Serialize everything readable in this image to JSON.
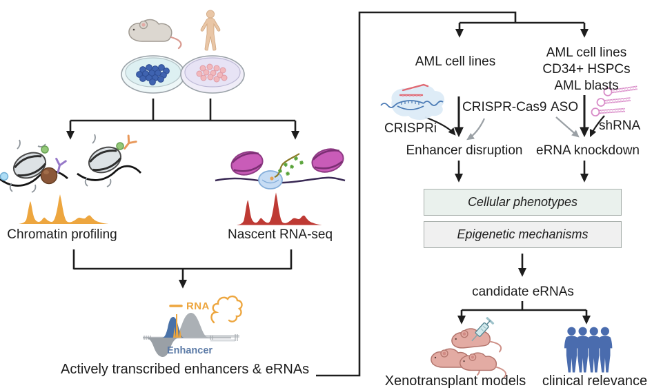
{
  "discovery": {
    "chromatin_label": "Chromatin profiling",
    "nascent_label": "Nascent RNA-seq",
    "rna_label": "RNA",
    "enhancer_label": "Enhancer",
    "outcome_label": "Actively transcribed enhancers & eRNAs"
  },
  "perturbation": {
    "left_model": "AML cell lines",
    "right_models": {
      "line1": "AML cell lines",
      "line2": "CD34+ HSPCs",
      "line3": "AML blasts"
    },
    "crispri_label": "CRISPRi",
    "crispr_cas9_label": "CRISPR-Cas9",
    "aso_label": "ASO",
    "shrna_label": "shRNA",
    "enhancer_disruption_label": "Enhancer disruption",
    "erna_knockdown_label": "eRNA knockdown"
  },
  "readouts": {
    "box1_label": "Cellular phenotypes",
    "box2_label": "Epigenetic mechanisms",
    "candidate_label": "candidate eRNAs",
    "xenotransplant_label": "Xenotransplant models",
    "clinical_label": "clinical relevance"
  },
  "icons": [
    "mouse-icon",
    "human-icon",
    "petri-dish-blue-icon",
    "petri-dish-pink-icon",
    "nucleosome-antibody-icon",
    "transcription-scene-icon",
    "chromatin-peak-track-icon",
    "nascent-peak-track-icon",
    "rna-dash-icon",
    "erna-molecule-icon",
    "bidirectional-enhancer-track-icon",
    "cas9-complex-icon",
    "shrna-hairpins-icon",
    "mice-group-icon",
    "syringe-icon",
    "patient-group-icon"
  ],
  "colors": {
    "arrow": "#1d1d1d",
    "chromatin_track": "#EDA63F",
    "nascent_track": "#BE3A34",
    "rna_accent": "#EDA63F",
    "enhancer_text": "#5B7AA6",
    "peak_blue": "#4A72A8",
    "peak_grey": "#9AA0A6",
    "nucleosome_magenta": "#C95CB8",
    "cas9_blue": "#DCEBF7",
    "shrna_pink": "#D88CC8",
    "mice_pink": "#E3ABA3",
    "people_blue": "#4A6CAE",
    "box1_bg": "#EAF1ED",
    "box2_bg": "#F0F0F0",
    "box_border": "#A6AEAA"
  }
}
